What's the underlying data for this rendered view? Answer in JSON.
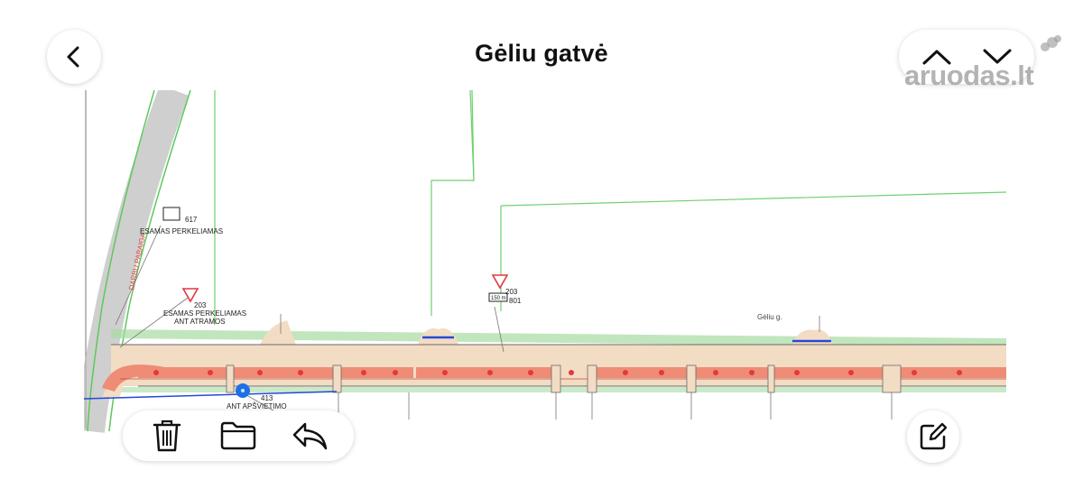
{
  "header": {
    "title": "Gėliu gatvė",
    "back_icon": "chevron-left-icon",
    "prev_icon": "chevron-up-icon",
    "next_icon": "chevron-down-icon"
  },
  "watermark": {
    "text": "aruodas.lt"
  },
  "plan": {
    "labels": {
      "sign_617": "617",
      "esamas_perkeliamas_1": "ESAMAS PERKELIAMAS",
      "darbu_pabaiga": "DARBU PABAIGA",
      "sign_203_left": "203",
      "esamas_perkeliamas_2": "ESAMAS PERKELIAMAS",
      "ant_atramos": "ANT ATRAMOS",
      "sign_203_mid": "203",
      "plate_150": "150 m",
      "sign_801": "801",
      "street_label": "Gėliu g.",
      "sign_413": "413",
      "ant_apsvietimo": "ANT APŠVIETIMO"
    },
    "colors": {
      "road": "#f3dcc4",
      "bike_lane": "#ee8c76",
      "green_line": "#5cc95c",
      "sign_red": "#e0393e",
      "blue_line": "#2748d8"
    }
  },
  "toolbar": {
    "delete_icon": "trash-icon",
    "folder_icon": "folder-icon",
    "reply_icon": "reply-icon",
    "edit_icon": "compose-icon"
  }
}
